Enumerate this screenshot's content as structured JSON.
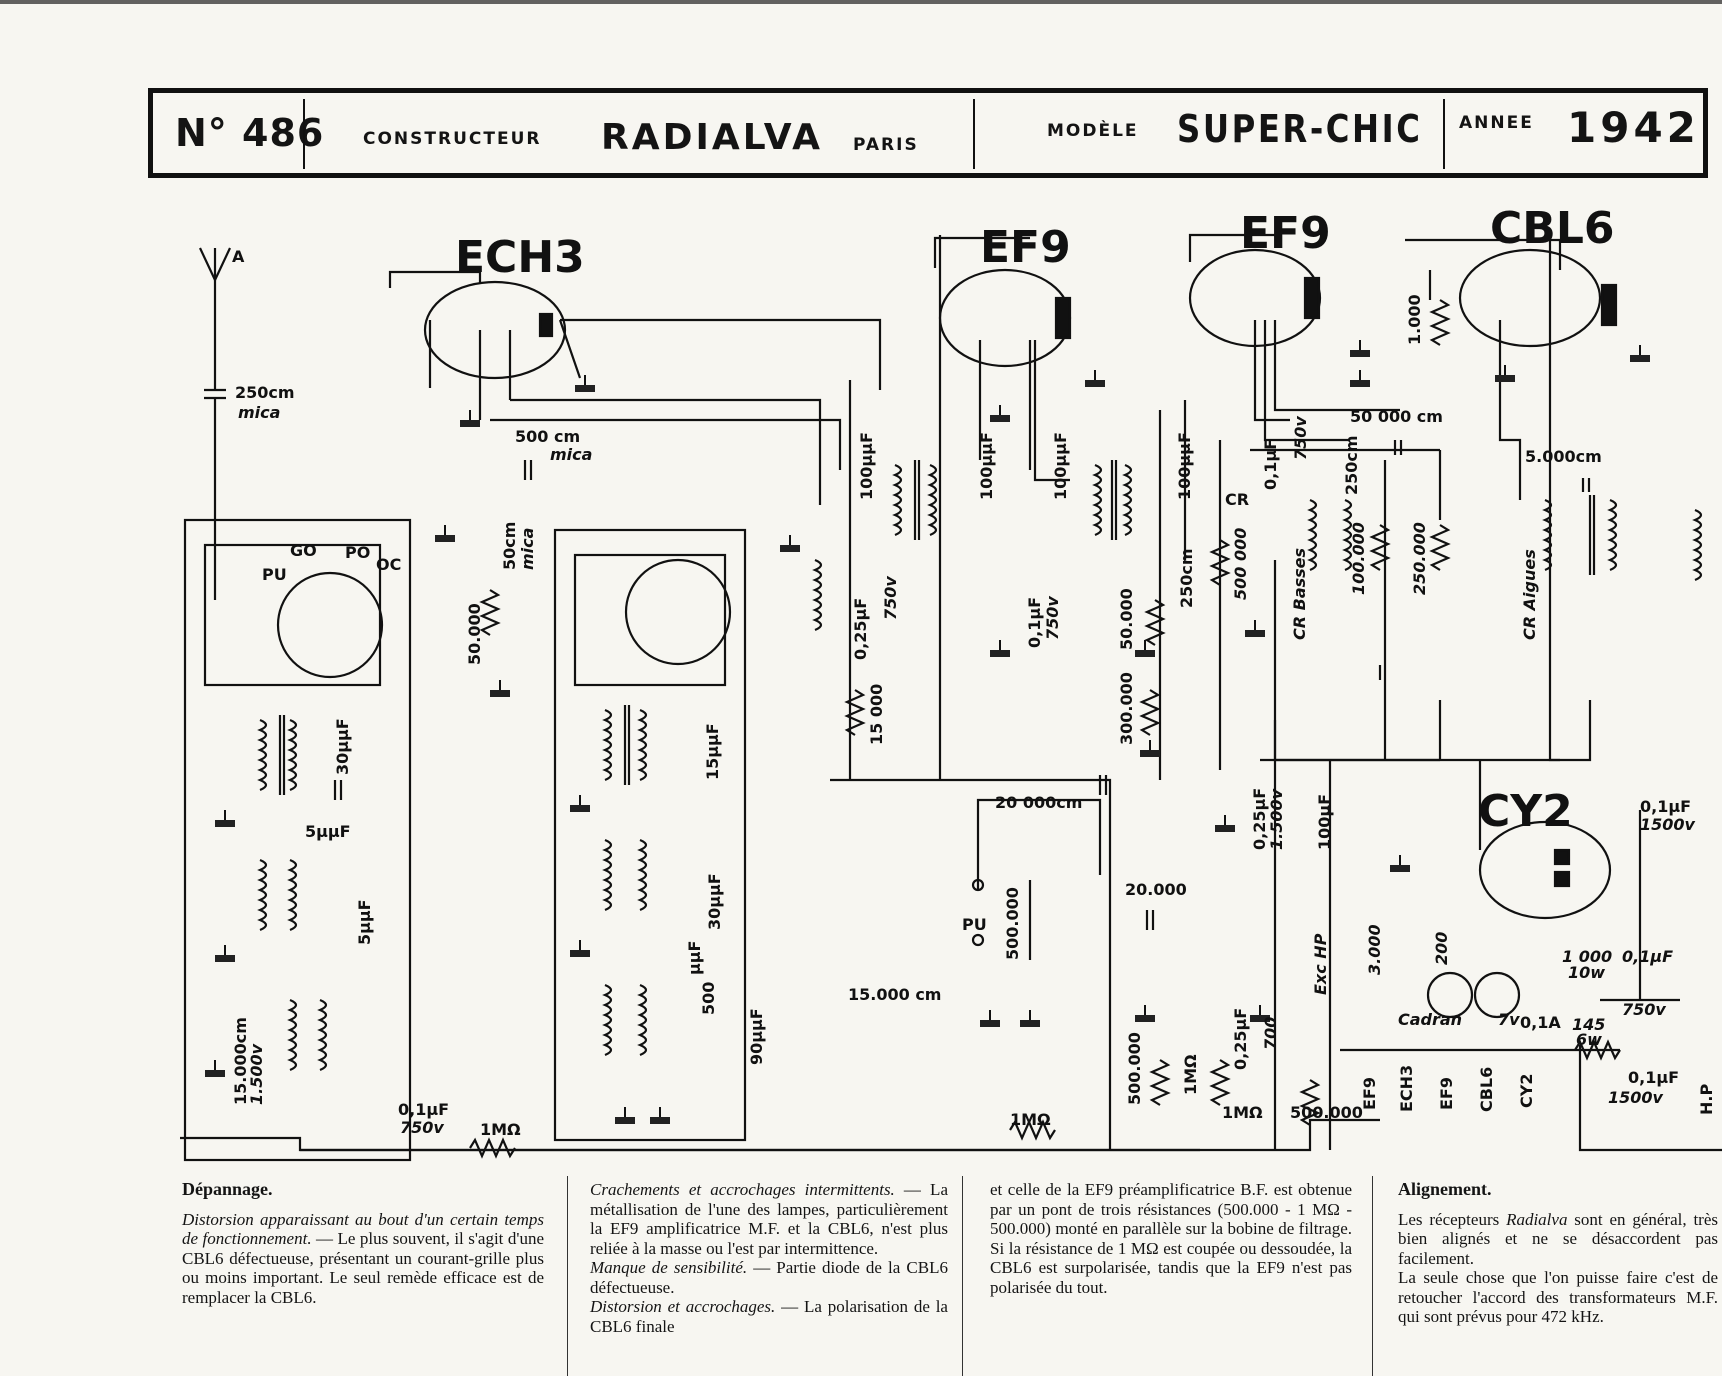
{
  "header": {
    "number": "N° 486",
    "constructeur_label": "CONSTRUCTEUR",
    "constructeur": "RADIALVA",
    "city": "PARIS",
    "modele_label": "MODÈLE",
    "modele": "SUPER-CHIC",
    "annee_label": "ANNEE",
    "annee": "1942"
  },
  "tubes": {
    "ech3": "ECH3",
    "ef9_1": "EF9",
    "ef9_2": "EF9",
    "cbl6": "CBL6",
    "cy2": "CY2"
  },
  "labels": {
    "antenna": "A",
    "c_250cm": "250cm",
    "mica1": "mica",
    "c_500cm": "500 cm",
    "mica2": "mica",
    "c_50cm": "50cm",
    "mica3": "mica",
    "r_50000": "50.000",
    "go": "GO",
    "po": "PO",
    "oc": "OC",
    "pu_sw": "PU",
    "c_30uuf": "30µµF",
    "c_5uuf_a": "5µµF",
    "c_5uuf_b": "5µµF",
    "c_15000cm_a": "15.000cm",
    "v1500_a": "1.500v",
    "c_01uf_a": "0,1µF",
    "v750_a": "750v",
    "r_1mohm_a": "1MΩ",
    "c_15uuf": "15µµF",
    "c_30uuf_b": "30µµF",
    "c_uuf": "µµF",
    "c_500": "500",
    "c_90uuf": "90µµF",
    "c_100uuf_a": "100µµF",
    "c_100uuf_b": "100µµF",
    "c_025uf": "0,25µF",
    "v750_b": "750v",
    "r_15000": "15 000",
    "c_01uf_b": "0,1µF",
    "v750_c": "750v",
    "c_100uuf_c": "100µµF",
    "c_100uuf_d": "100µµF",
    "c_250cm_b": "250cm",
    "r_50000_b": "50.000",
    "r_300000": "300.000",
    "c_20000cm": "20 000cm",
    "pu": "PU",
    "r_500000_pot": "500.000",
    "c_20000": "20.000",
    "c_15000cm_b": "15.000 cm",
    "r_1mohm_b": "1MΩ",
    "r_500000_b": "500.000",
    "r_1mohm_c": "1MΩ",
    "r_1mohm_d": "1MΩ",
    "c_025uf_b": "0,25µF",
    "v700": "700",
    "r_500000_c": "500.000",
    "r_1000": "1.000",
    "c_01uf_c": "0,1µF",
    "v750_d": "750v",
    "c_250cm_c": "250cm",
    "c_50000cm": "50 000 cm",
    "cr": "CR",
    "r_500000_d": "500 000",
    "cr_basses": "CR Basses",
    "r_100000": "100.000",
    "r_250000": "250.000",
    "c_5000cm": "5.000cm",
    "cr_aigues": "CR Aigues",
    "c_025uf_c": "0,25µF",
    "v1500_b": "1.500v",
    "c_100uf": "100µF",
    "exc_hp": "Exc HP",
    "r_3000": "3.000",
    "r_200": "200",
    "c_01uf_d": "0,1µF",
    "v1500_c": "1500v",
    "r_1000_b": "1 000",
    "w10": "10w",
    "c_01uf_e": "0,1µF",
    "v750_e": "750v",
    "cadran": "Cadran",
    "lamp_v": "7v",
    "lamp_a": "0,1A",
    "r_145": "145",
    "w6": "6w",
    "c_01uf_f": "0,1µF",
    "v1500_d": "1500v",
    "fil_ef9a": "EF9",
    "fil_ech3": "ECH3",
    "fil_ef9b": "EF9",
    "fil_cbl6": "CBL6",
    "fil_cy2": "CY2",
    "hp": "H.P"
  },
  "text": {
    "col1_title": "Dépannage.",
    "col1_lead": "Distorsion apparaissant au bout d'un certain temps de fonctionnement.",
    "col1_body": " — Le plus souvent, il s'agit d'une CBL6 défectueuse, présentant un courant-grille plus ou moins important. Le seul remède efficace",
    "col1_tail": "est de remplacer la CBL6.",
    "col2_lead": "Crachements et accrochages intermittents.",
    "col2_body": " — La métallisation de l'une des lampes, particulièrement la EF9 amplificatrice M.F. et la CBL6, n'est plus reliée à la masse ou l'est par intermittence.",
    "col2_lead2": "Manque de sensibilité.",
    "col2_body2": " — Partie diode de la CBL6 défectueuse.",
    "col2_lead3": "Distorsion et accrochages.",
    "col2_body3": " — La polarisation de la CBL6 finale",
    "col3_body": "et celle de la EF9 préamplificatrice B.F. est obtenue par un pont de trois résistances (500.000 - 1 MΩ - 500.000) monté en parallèle sur la bobine de filtrage. Si la résistance de 1 MΩ est coupée ou dessoudée, la CBL6 est surpolarisée, tandis que la EF9 n'est pas polarisée du tout.",
    "col4_title": "Alignement.",
    "col4_p1a": "Les récepteurs ",
    "col4_p1b": "Radialva",
    "col4_p1c": " sont en général, très bien alignés et ne se désaccordent pas facilement.",
    "col4_p2": "La seule chose que l'on puisse faire c'est de retoucher l'accord des transformateurs M.F. qui sont prévus pour 472 kHz."
  }
}
